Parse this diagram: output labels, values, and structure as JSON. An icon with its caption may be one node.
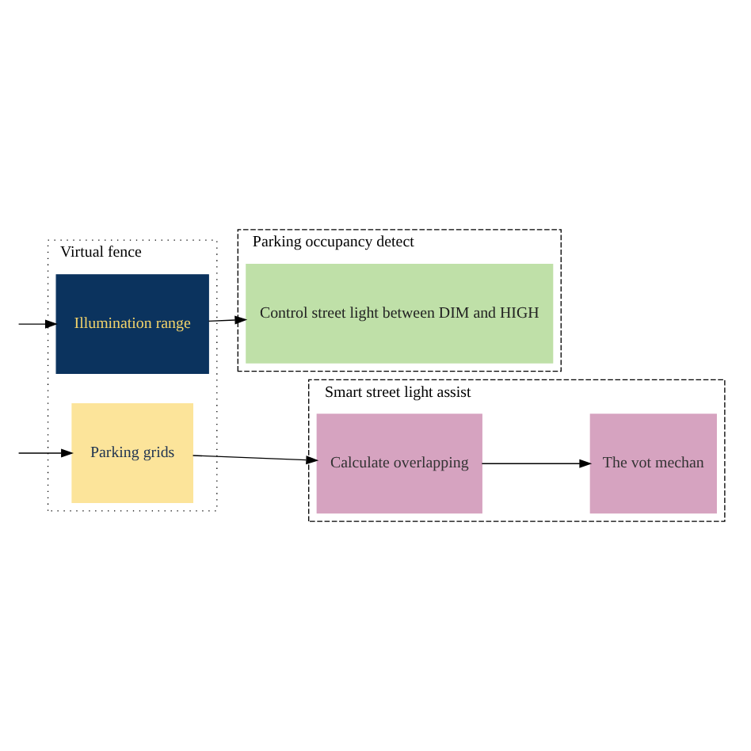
{
  "diagram": {
    "nodes": [
      {
        "text": [
          "Virtual fence"
        ]
      },
      {
        "text": [
          "Illumination range"
        ],
        "in": 0
      },
      {
        "text": [
          "Parking grids"
        ],
        "in": 0
      },
      {
        "text": [
          "Parking occupancy detect"
        ]
      },
      {
        "text": [
          "Control street light between DIM and HIGH"
        ],
        "in": 3
      },
      {
        "text": [
          "Smart street light assist"
        ]
      },
      {
        "text": [
          "Calculate overlapping"
        ],
        "in": 5
      },
      {
        "text": [
          "The vot mechan"
        ],
        "in": 5
      }
    ],
    "edges": [
      {
        "from": null,
        "to": 1,
        "arrow": "to"
      },
      {
        "from": null,
        "to": 2,
        "arrow": "to"
      },
      {
        "from": 1,
        "to": 4,
        "arrow": "to"
      },
      {
        "from": 2,
        "to": 6,
        "arrow": "to"
      },
      {
        "from": 6,
        "to": 7,
        "arrow": "to"
      }
    ]
  }
}
